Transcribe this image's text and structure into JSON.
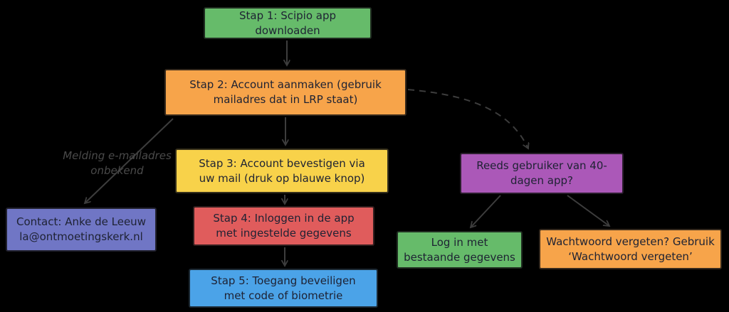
{
  "diagram": {
    "title": "Scipio app onboarding flowchart",
    "arrow_color": "#3d3d3d",
    "nodes": {
      "stap1": {
        "lines": [
          "Stap 1: Scipio app",
          "downloaden"
        ],
        "fill": "#66bb6a"
      },
      "stap2": {
        "lines": [
          "Stap 2: Account aanmaken (gebruik",
          "mailadres dat in LRP staat)"
        ],
        "fill": "#f7a44a"
      },
      "stap3": {
        "lines": [
          "Stap 3: Account bevestigen via",
          "uw mail (druk op blauwe knop)"
        ],
        "fill": "#f8d24a"
      },
      "stap4": {
        "lines": [
          "Stap 4: Inloggen in de app",
          "met ingestelde gegevens"
        ],
        "fill": "#e05c5c"
      },
      "stap5": {
        "lines": [
          "Stap 5: Toegang beveiligen",
          "met code of biometrie"
        ],
        "fill": "#4ba3e8"
      },
      "reeds": {
        "lines": [
          "Reeds gebruiker van 40-",
          "dagen app?"
        ],
        "fill": "#ab58b8"
      },
      "login": {
        "lines": [
          "Log in met",
          "bestaande gegevens"
        ],
        "fill": "#66bb6a"
      },
      "wachtwoord": {
        "lines": [
          "Wachtwoord vergeten? Gebruik",
          "‘Wachtwoord vergeten’"
        ],
        "fill": "#f7a44a"
      },
      "contact": {
        "lines": [
          "Contact: Anke de Leeuw",
          "la@ontmoetingskerk.nl"
        ],
        "fill": "#7076c5"
      }
    },
    "labels": {
      "melding": {
        "lines": [
          "Melding e-mailadres",
          "onbekend"
        ],
        "color": "#4a4a4a"
      }
    },
    "edges": [
      {
        "from": "stap1",
        "to": "stap2",
        "style": "solid"
      },
      {
        "from": "stap2",
        "to": "stap3",
        "style": "solid"
      },
      {
        "from": "stap2",
        "to": "contact",
        "style": "solid",
        "label": "Melding e-mailadres onbekend"
      },
      {
        "from": "stap2",
        "to": "reeds",
        "style": "dashed"
      },
      {
        "from": "stap3",
        "to": "stap4",
        "style": "solid"
      },
      {
        "from": "stap4",
        "to": "stap5",
        "style": "solid"
      },
      {
        "from": "reeds",
        "to": "login",
        "style": "solid"
      },
      {
        "from": "reeds",
        "to": "wachtwoord",
        "style": "solid"
      }
    ]
  }
}
